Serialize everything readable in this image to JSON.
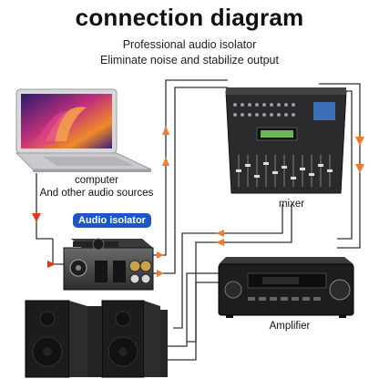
{
  "header": {
    "title": "connection diagram",
    "subtitle_line1": "Professional audio isolator",
    "subtitle_line2": "Eliminate noise and stabilize output"
  },
  "labels": {
    "computer_line1": "computer",
    "computer_line2": "And other audio sources",
    "mixer": "mixer",
    "amplifier": "Amplifier",
    "isolator_badge": "Audio isolator"
  },
  "colors": {
    "wire": "#333333",
    "arrow_red": "#e03a1e",
    "arrow_orange": "#f07a2a",
    "badge": "#1e56c9"
  },
  "icons": {
    "laptop": "laptop-icon",
    "mixer": "mixer-icon",
    "isolator": "isolator-box-icon",
    "amplifier": "amplifier-icon",
    "speakers": "speaker-icon"
  }
}
